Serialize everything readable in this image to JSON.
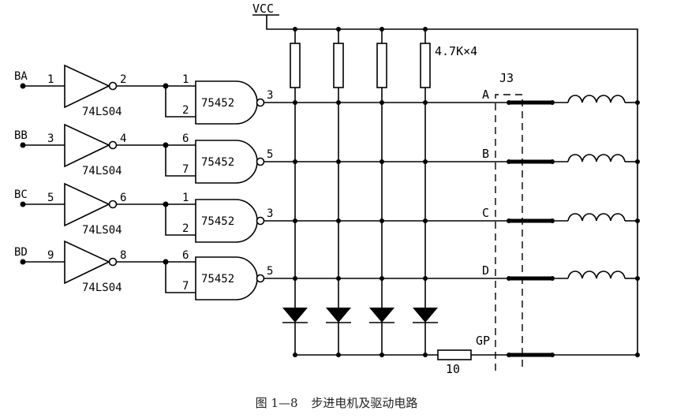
{
  "vcc_label": "VCC",
  "resistor_array_label": "4.7K×4",
  "connector_label": "J3",
  "inverter_part": "74LS04",
  "driver_part": "75452",
  "gp_label": "GP",
  "sense_resistor_label": "10",
  "channels": [
    {
      "input": "BA",
      "inv_in_pin": "1",
      "inv_out_pin": "2",
      "drv_pin_a": "1",
      "drv_pin_b": "2",
      "drv_out_pin": "3",
      "phase": "A"
    },
    {
      "input": "BB",
      "inv_in_pin": "3",
      "inv_out_pin": "4",
      "drv_pin_a": "6",
      "drv_pin_b": "7",
      "drv_out_pin": "5",
      "phase": "B"
    },
    {
      "input": "BC",
      "inv_in_pin": "5",
      "inv_out_pin": "6",
      "drv_pin_a": "1",
      "drv_pin_b": "2",
      "drv_out_pin": "3",
      "phase": "C"
    },
    {
      "input": "BD",
      "inv_in_pin": "9",
      "inv_out_pin": "8",
      "drv_pin_a": "6",
      "drv_pin_b": "7",
      "drv_out_pin": "5",
      "phase": "D"
    }
  ],
  "caption": {
    "figure_no": "图 1—8",
    "title": "步进电机及驱动电路"
  }
}
